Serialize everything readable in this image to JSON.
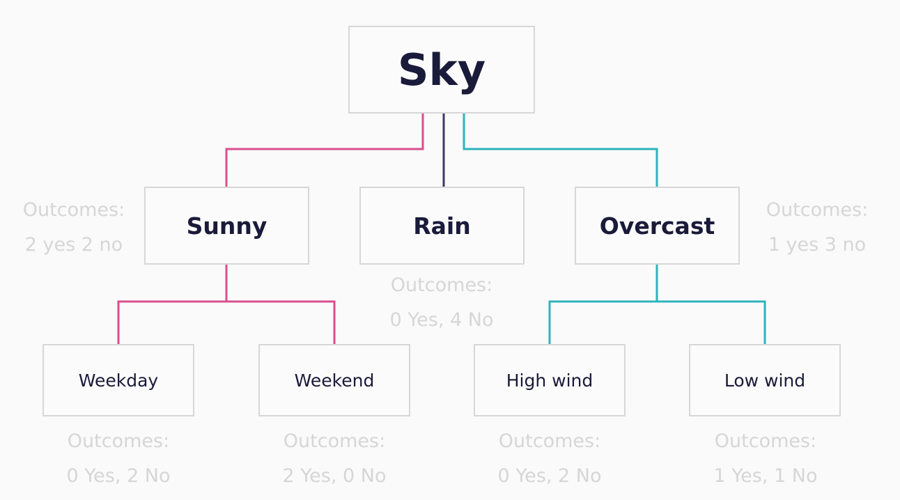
{
  "colors": {
    "sunny_branch": "#d94f8d",
    "rain_branch": "#3a3a66",
    "overcast_branch": "#2fb3bd",
    "box_border": "#d7d7d7",
    "node_text": "#1a1a3a",
    "outcome_text": "#d6d6d6"
  },
  "tree": {
    "root": {
      "label": "Sky"
    },
    "sunny": {
      "label": "Sunny",
      "outcomes_title": "Outcomes:",
      "outcomes_value": "2 yes 2 no",
      "weekday": {
        "label": "Weekday",
        "outcomes_title": "Outcomes:",
        "outcomes_value": "0 Yes, 2 No"
      },
      "weekend": {
        "label": "Weekend",
        "outcomes_title": "Outcomes:",
        "outcomes_value": "2 Yes, 0 No"
      }
    },
    "rain": {
      "label": "Rain",
      "outcomes_title": "Outcomes:",
      "outcomes_value": "0 Yes, 4 No"
    },
    "overcast": {
      "label": "Overcast",
      "outcomes_title": "Outcomes:",
      "outcomes_value": "1 yes 3 no",
      "high_wind": {
        "label": "High wind",
        "outcomes_title": "Outcomes:",
        "outcomes_value": "0 Yes, 2 No"
      },
      "low_wind": {
        "label": "Low wind",
        "outcomes_title": "Outcomes:",
        "outcomes_value": "1 Yes, 1 No"
      }
    }
  }
}
